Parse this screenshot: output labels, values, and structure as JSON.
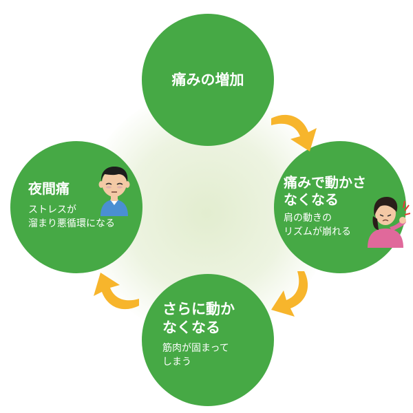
{
  "colors": {
    "node": "#46a945",
    "arrow": "#f7b52c",
    "text": "#ffffff"
  },
  "nodes": {
    "top": {
      "title": "痛みの増加"
    },
    "right": {
      "title_line1": "痛みで動かさ",
      "title_line2": "なくなる",
      "sub_line1": "肩の動きの",
      "sub_line2": "リズムが崩れる"
    },
    "bottom": {
      "title_line1": "さらに動か",
      "title_line2": "なくなる",
      "sub_line1": "筋肉が固まって",
      "sub_line2": "しまう"
    },
    "left": {
      "title": "夜間痛",
      "sub_line1": "ストレスが",
      "sub_line2": "溜まり悪循環になる"
    }
  },
  "icons": [
    "curved-arrow-icon",
    "tired-man-icon",
    "shoulder-pain-woman-icon"
  ]
}
